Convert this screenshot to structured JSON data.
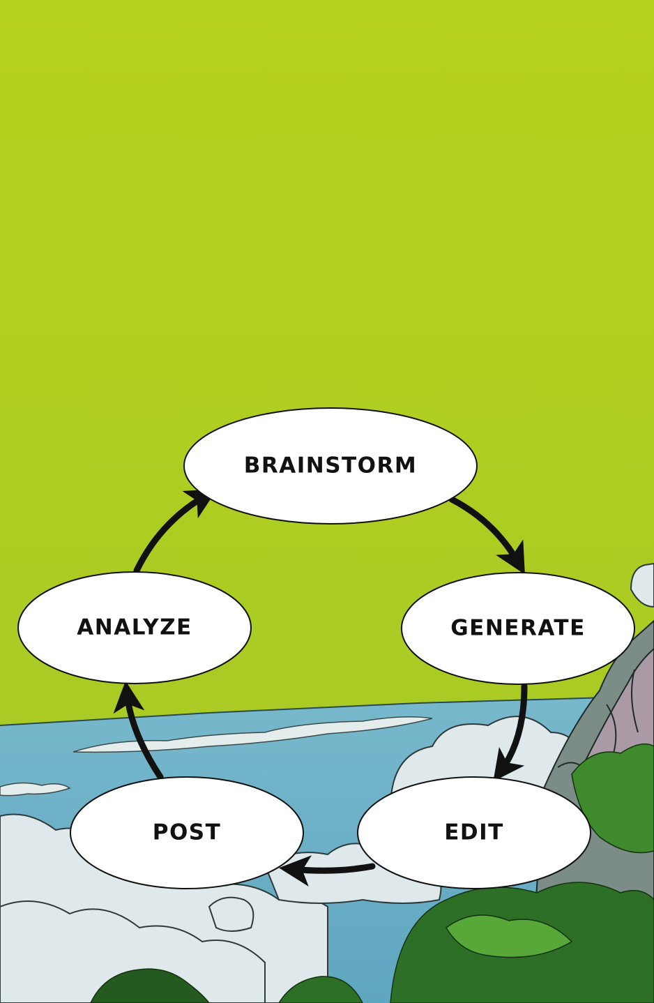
{
  "diagram": {
    "type": "cycle",
    "nodes": [
      {
        "id": "brainstorm",
        "label": "BRAINSTORM"
      },
      {
        "id": "generate",
        "label": "GENERATE"
      },
      {
        "id": "edit",
        "label": "EDIT"
      },
      {
        "id": "post",
        "label": "POST"
      },
      {
        "id": "analyze",
        "label": "ANALYZE"
      }
    ],
    "edges": [
      {
        "from": "brainstorm",
        "to": "generate"
      },
      {
        "from": "generate",
        "to": "edit"
      },
      {
        "from": "edit",
        "to": "post"
      },
      {
        "from": "post",
        "to": "analyze"
      },
      {
        "from": "analyze",
        "to": "brainstorm"
      }
    ]
  },
  "colors": {
    "sky_top": "#b6d21c",
    "sky_bottom": "#a4c828",
    "sea": "#6ab0c8",
    "cloud": "#dde8ea",
    "foliage": "#2f7a2a",
    "rock": "#7c8c86",
    "node_fill": "#ffffff",
    "ink": "#111111"
  }
}
